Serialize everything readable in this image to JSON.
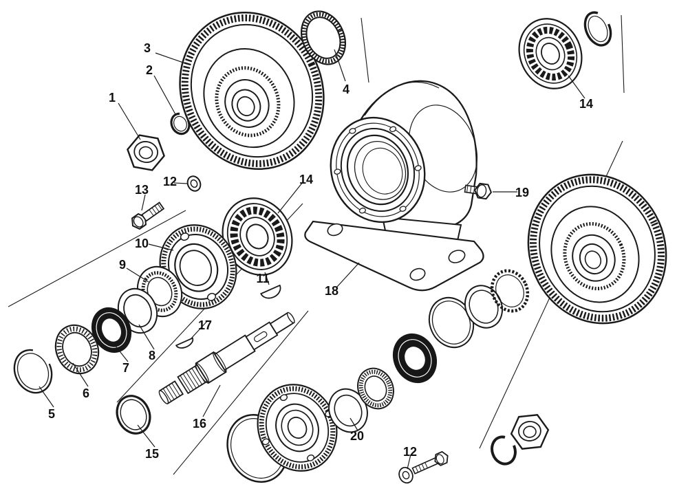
{
  "figure": {
    "background": "#ffffff",
    "ink": "#1a1a1a",
    "fill_black": "#171717"
  },
  "callouts": [
    {
      "id": "c1",
      "label": "1"
    },
    {
      "id": "c2",
      "label": "2"
    },
    {
      "id": "c3",
      "label": "3"
    },
    {
      "id": "c4",
      "label": "4"
    },
    {
      "id": "c5",
      "label": "5"
    },
    {
      "id": "c6",
      "label": "6"
    },
    {
      "id": "c7",
      "label": "7"
    },
    {
      "id": "c8",
      "label": "8"
    },
    {
      "id": "c9",
      "label": "9"
    },
    {
      "id": "c10",
      "label": "10"
    },
    {
      "id": "c11",
      "label": "11"
    },
    {
      "id": "c12",
      "label": "12"
    },
    {
      "id": "c13",
      "label": "13"
    },
    {
      "id": "c14",
      "label": "14"
    },
    {
      "id": "c15",
      "label": "15"
    },
    {
      "id": "c16",
      "label": "16"
    },
    {
      "id": "c17",
      "label": "17"
    },
    {
      "id": "c18",
      "label": "18"
    },
    {
      "id": "c19",
      "label": "19"
    },
    {
      "id": "c20",
      "label": "20"
    },
    {
      "id": "c14b",
      "label": "14"
    },
    {
      "id": "c12b",
      "label": "12"
    }
  ]
}
